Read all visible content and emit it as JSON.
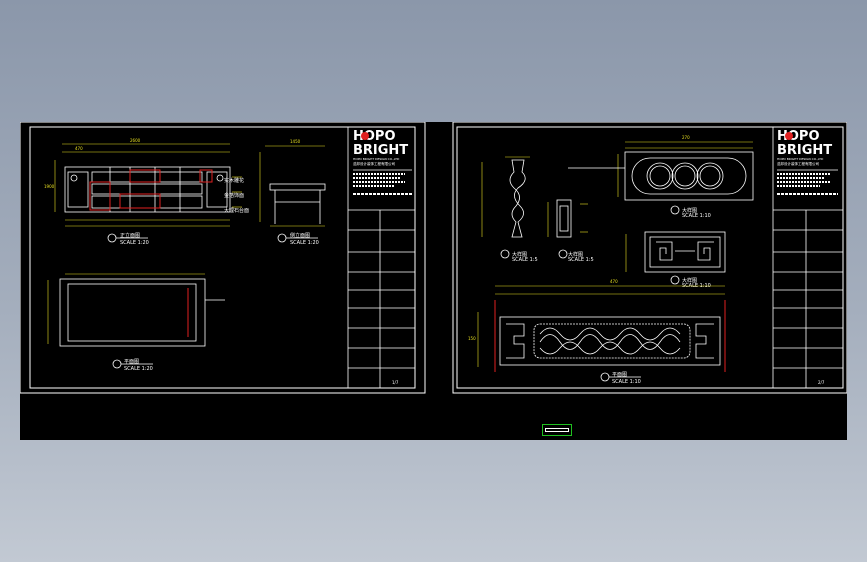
{
  "sheets": [
    {
      "logo_top": "HOPO",
      "logo_bottom": "BRIGHT",
      "company_en": "HOPO BRIGHT DESIGN CO.,LTD",
      "company_cn": "浩邦设计装饰工程有限公司",
      "views": [
        {
          "title": "正立面图",
          "scale": "SCALE 1:20"
        },
        {
          "title": "侧立面图",
          "scale": "SCALE 1:20"
        },
        {
          "title": "平面图",
          "scale": "SCALE 1:20"
        }
      ],
      "dims": [
        "2600",
        "1900",
        "470",
        "1450"
      ],
      "notes": [
        "实木雕花",
        "金箔饰面",
        "大理石台面"
      ],
      "page": "1/7"
    },
    {
      "logo_top": "HOPO",
      "logo_bottom": "BRIGHT",
      "company_en": "HOPO BRIGHT DESIGN CO.,LTD",
      "company_cn": "浩邦设计装饰工程有限公司",
      "views": [
        {
          "title": "大样图",
          "scale": "SCALE 1:5"
        },
        {
          "title": "大样图",
          "scale": "SCALE 1:5"
        },
        {
          "title": "大样图",
          "scale": "SCALE 1:10"
        },
        {
          "title": "大样图",
          "scale": "SCALE 1:10"
        },
        {
          "title": "平面图",
          "scale": "SCALE 1:10"
        }
      ],
      "dims": [
        "270",
        "470",
        "150"
      ],
      "page": "2/7"
    }
  ]
}
